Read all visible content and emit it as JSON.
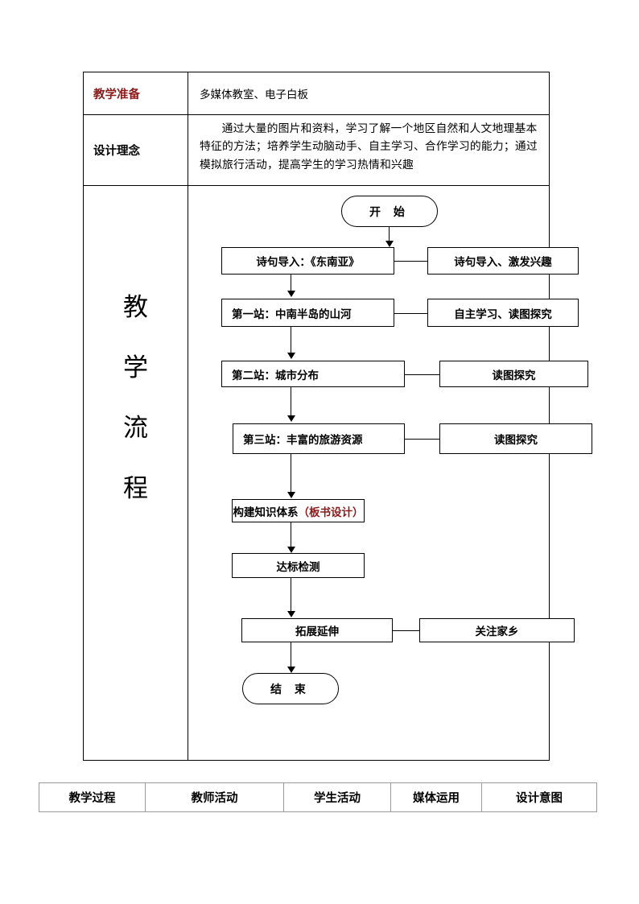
{
  "document": {
    "rows": [
      {
        "label": "教学准备",
        "label_color": "#8B1A1A",
        "value": "多媒体教室、电子白板"
      },
      {
        "label": "设计理念",
        "label_color": "#000000",
        "value": "通过大量的图片和资料，学习了解一个地区自然和人文地理基本特征的方法；培养学生动脑动手、自主学习、合作学习的能力；通过模拟旅行活动，提高学生的学习热情和兴趣"
      }
    ],
    "flow_row": {
      "label_chars": [
        "教",
        "学",
        "流",
        "程"
      ]
    }
  },
  "flowchart": {
    "start": "开  始",
    "end": "结  束",
    "nodes": [
      {
        "id": "intro",
        "text": "诗句导入：《东南亚》",
        "note": "诗句导入、激发兴趣"
      },
      {
        "id": "station1",
        "text": "第一站：中南半岛的山河",
        "note": "自主学习、读图探究"
      },
      {
        "id": "station2",
        "text": "第二站：城市分布",
        "note": "读图探究"
      },
      {
        "id": "station3",
        "text": "第三站：丰富的旅游资源",
        "note": "读图探究"
      },
      {
        "id": "knowledge",
        "text": "构建知识体系",
        "text_red": "（板书设计）",
        "note": null
      },
      {
        "id": "test",
        "text": "达标检测",
        "note": null
      },
      {
        "id": "extend",
        "text": "拓展延伸",
        "note": "关注家乡"
      }
    ]
  },
  "bottom_table": {
    "headers": [
      "教学过程",
      "教师活动",
      "学生活动",
      "媒体运用",
      "设计意图"
    ]
  },
  "colors": {
    "accent_red": "#8B1A1A",
    "border_black": "#000000",
    "border_gray": "#9a9a9a"
  }
}
